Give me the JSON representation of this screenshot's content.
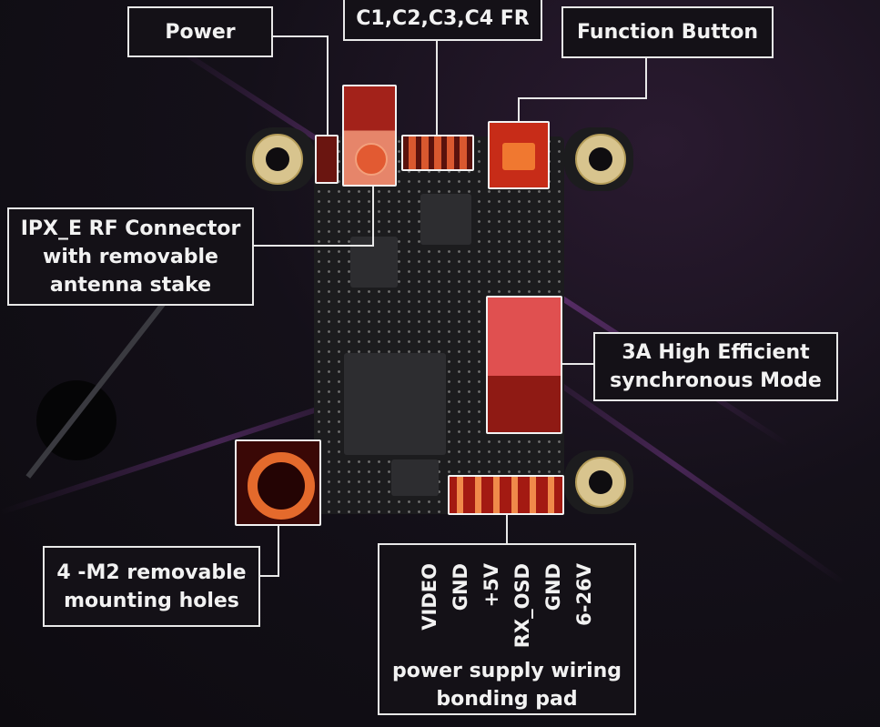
{
  "labels": {
    "power": "Power",
    "leds": "C1,C2,C3,C4 FR",
    "function_button": "Function Button",
    "rf_connector": [
      "IPX_E RF Connector",
      "with removable",
      "antenna stake"
    ],
    "regulator": [
      "3A High Efficient",
      "synchronous Mode"
    ],
    "mounting": [
      "4 -M2 removable",
      "mounting holes"
    ],
    "pads": {
      "pins": [
        "VIDEO",
        "GND",
        "+5V",
        "RX_OSD",
        "GND",
        "6-26V"
      ],
      "caption": [
        "power supply wiring",
        "bonding pad"
      ]
    }
  },
  "colors": {
    "highlight": "#d8261c",
    "label_border": "#e8e8e8",
    "background": "#141019"
  }
}
